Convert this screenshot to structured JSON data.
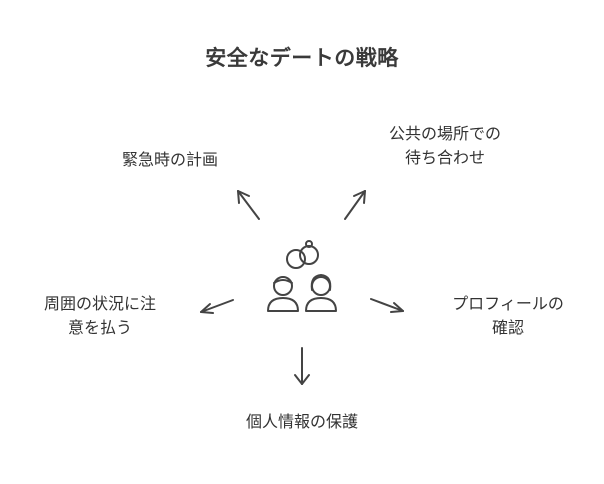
{
  "title": "安全なデートの戦略",
  "center_icon": "couple-with-rings-icon",
  "branches": {
    "emergency": {
      "lines": [
        "緊急時の計画"
      ]
    },
    "public_place": {
      "lines": [
        "公共の場所での",
        "待ち合わせ"
      ]
    },
    "surroundings": {
      "lines": [
        "周囲の状況に注",
        "意を払う"
      ]
    },
    "profile": {
      "lines": [
        "プロフィールの",
        "確認"
      ]
    },
    "privacy": {
      "lines": [
        "個人情報の保護"
      ]
    }
  },
  "colors": {
    "text": "#333333",
    "stroke": "#444444",
    "background": "#ffffff"
  }
}
